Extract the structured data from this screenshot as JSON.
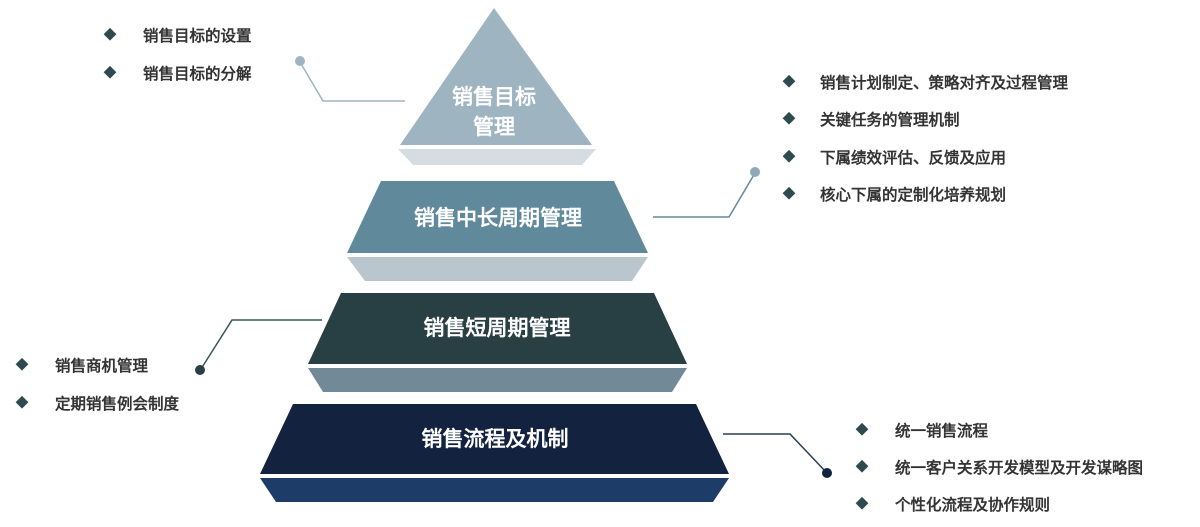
{
  "tiers": [
    {
      "label_line1": "销售目标",
      "label_line2": "管理",
      "color": "#9fb4c1",
      "band_color": "#d5dde2"
    },
    {
      "label": "销售中长周期管理",
      "color": "#61899c",
      "band_color": "#b9c6cd"
    },
    {
      "label": "销售短周期管理",
      "color": "#283f44",
      "band_color": "#728a97"
    },
    {
      "label": "销售流程及机制",
      "color": "#13233f",
      "band_color": "#1d3c68"
    }
  ],
  "lists": {
    "goal": [
      "销售目标的设置",
      "销售目标的分解"
    ],
    "mid_long": [
      "销售计划制定、策略对齐及过程管理",
      "关键任务的管理机制",
      "下属绩效评估、反馈及应用",
      "核心下属的定制化培养规划"
    ],
    "short": [
      "销售商机管理",
      "定期销售例会制度"
    ],
    "process": [
      "统一销售流程",
      "统一客户关系开发模型及开发谋略图",
      "个性化流程及协作规则"
    ]
  },
  "bullet_icon": "diamond-icon",
  "colors": {
    "text": "#333333",
    "bullet": "#2f4a4f"
  }
}
